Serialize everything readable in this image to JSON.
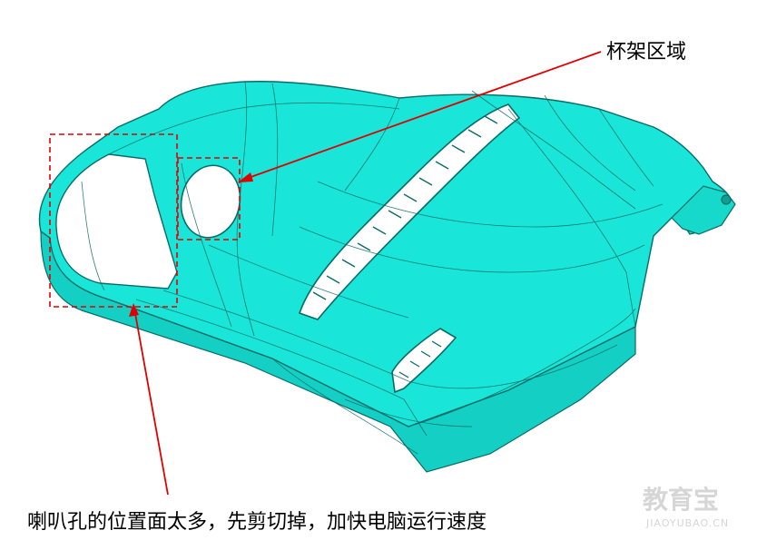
{
  "annotations": {
    "cup_holder_label": "杯架区域",
    "speaker_hole_note": "喇叭孔的位置面太多，先剪切掉，加快电脑运行速度"
  },
  "watermark": {
    "brand": "教育宝",
    "domain": "JIAOYUBAO.CN"
  },
  "colors": {
    "part_fill": "#19e6d8",
    "part_edge": "#0b6b66",
    "callout_red": "#e00000"
  }
}
